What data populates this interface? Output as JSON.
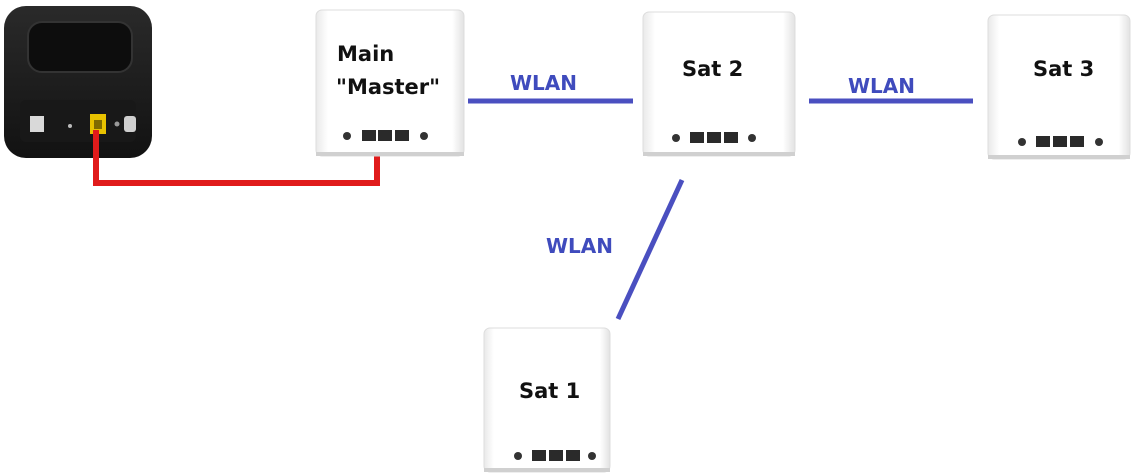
{
  "nodes": {
    "main": {
      "label_line1": "Main",
      "label_line2": "\"Master\""
    },
    "sat2": {
      "label": "Sat 2"
    },
    "sat3": {
      "label": "Sat 3"
    },
    "sat1": {
      "label": "Sat 1"
    }
  },
  "links": {
    "main_sat2": "WLAN",
    "sat2_sat3": "WLAN",
    "sat2_sat1": "WLAN"
  },
  "colors": {
    "wlan_line": "#4a4fc0",
    "wlan_text": "#3f4bbd",
    "cable": "#e01b1b",
    "modem_body": "#1c1c1c",
    "modem_port": "#e8c200",
    "unit_body": "#f7f7f7"
  }
}
